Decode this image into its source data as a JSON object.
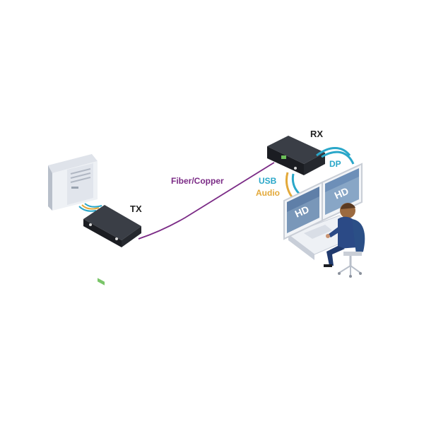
{
  "labels": {
    "tx": "TX",
    "rx": "RX",
    "link": "Fiber/Copper",
    "dp": "DP",
    "usb": "USB",
    "audio": "Audio",
    "monitor_left": "HD",
    "monitor_right": "HD"
  },
  "colors": {
    "link": "#7b2b86",
    "dp": "#2aa7c9",
    "usb": "#2aa7c9",
    "audio": "#e3a93a",
    "device_body": "#1b1d22",
    "label_dark": "#222222"
  },
  "icons": {
    "computer": "desktop-tower-icon",
    "tx": "tx-extender-icon",
    "rx": "rx-extender-icon",
    "monitors": "dual-monitor-icon",
    "user": "seated-user-icon",
    "chair": "office-chair-icon"
  }
}
